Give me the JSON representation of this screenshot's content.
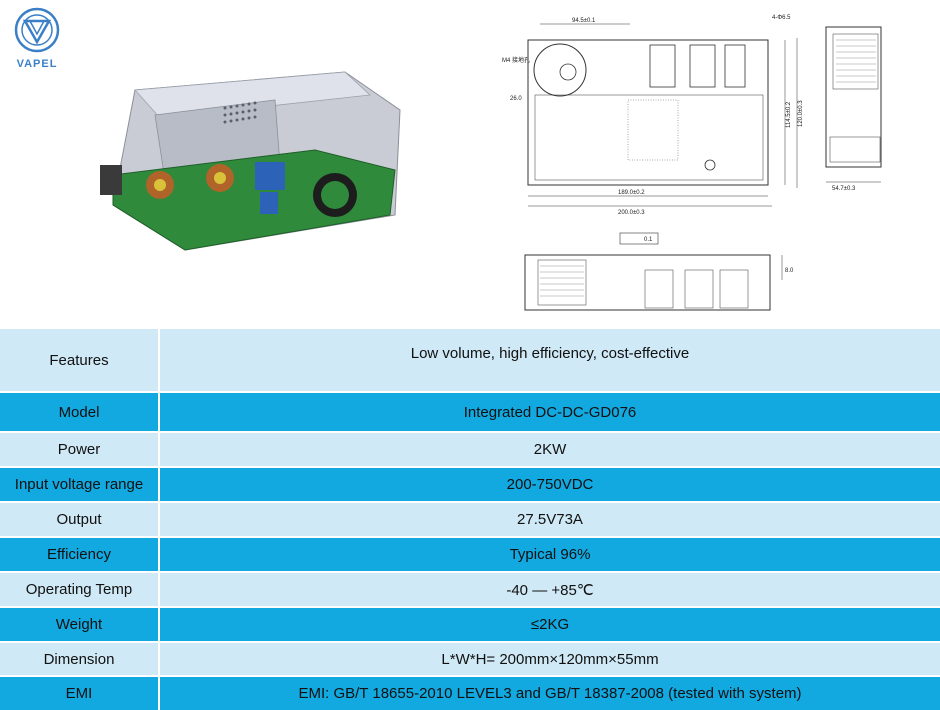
{
  "logo": {
    "text": "VAPEL"
  },
  "drawing": {
    "dims": [
      "94.5±0.1",
      "4-Φ6.5",
      "M4 接地孔",
      "26.0",
      "114.5±0.2",
      "120.0±0.3",
      "189.0±0.2",
      "200.0±0.3",
      "54.7±0.3",
      "0.1",
      "8.0"
    ]
  },
  "specs": [
    {
      "label": "Features",
      "value": "Low volume, high efficiency, cost-effective"
    },
    {
      "label": "Model",
      "value": "Integrated DC-DC-GD076"
    },
    {
      "label": "Power",
      "value": "2KW"
    },
    {
      "label": "Input voltage range",
      "value": "200-750VDC"
    },
    {
      "label": "Output",
      "value": "27.5V73A"
    },
    {
      "label": "Efficiency",
      "value": "Typical 96%"
    },
    {
      "label": "Operating Temp",
      "value": "-40 — +85℃"
    },
    {
      "label": "Weight",
      "value": "≤2KG"
    },
    {
      "label": "Dimension",
      "value": "L*W*H= 200mm×120mm×55mm"
    },
    {
      "label": "EMI",
      "value": "EMI: GB/T 18655-2010 LEVEL3 and GB/T 18387-2008 (tested with system)"
    }
  ]
}
